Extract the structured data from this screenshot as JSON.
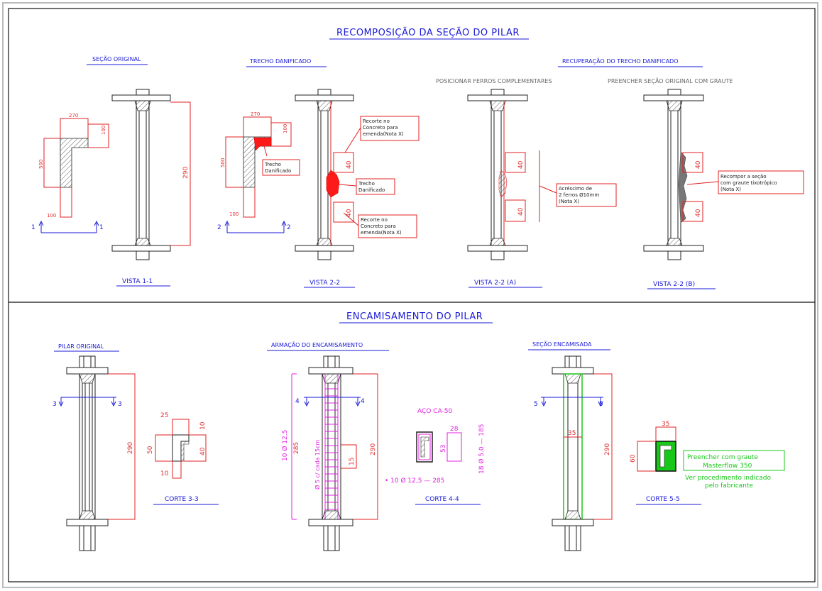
{
  "sections": {
    "top_title": "RECOMPOSIÇÃO DA SEÇÃO DO PILAR",
    "bottom_title": "ENCAMISAMENTO DO PILAR"
  },
  "top": {
    "secao_original": "SEÇÃO ORIGINAL",
    "trecho_danificado": "TRECHO DANIFICADO",
    "recuperacao": "RECUPERAÇÃO DO TRECHO DANIFICADO",
    "posicionar": "POSICIONAR FERROS COMPLEMENTARES",
    "preencher": "PREENCHER SEÇÃO ORIGINAL COM GRAUTE",
    "vista_1_1": "VISTA 1-1",
    "vista_2_2": "VISTA 2-2",
    "vista_2_2_a": "VISTA 2-2 (A)",
    "vista_2_2_b": "VISTA 2-2 (B)",
    "dims": {
      "d270": "270",
      "d100": "100",
      "d500": "500",
      "d290": "290",
      "d40": "40"
    },
    "markers": {
      "m1": "1",
      "m2": "2"
    },
    "notes": {
      "recorte1": [
        "Recorte no",
        "Concreto para",
        "emenda(Nota X)"
      ],
      "trecho": [
        "Trecho",
        "Danificado"
      ],
      "acrescimo": [
        "Acréscimo de",
        "2 ferros Ø10mm",
        "(Nota X)"
      ],
      "recompor": [
        "Recompor a seção",
        "com graute tixotrópico",
        "(Nota X)"
      ]
    }
  },
  "bottom": {
    "pilar_original": "PILAR ORIGINAL",
    "armacao": "ARMAÇÃO DO ENCAMISAMENTO",
    "secao_encamisada": "SEÇÃO ENCAMISADA",
    "corte_3_3": "CORTE 3-3",
    "corte_4_4": "CORTE 4-4",
    "corte_5_5": "CORTE 5-5",
    "aco": "AÇO CA-50",
    "dims": {
      "d25": "25",
      "d50": "50",
      "d10": "10",
      "d40": "40",
      "d290": "290",
      "d285": "285",
      "d15": "15",
      "d53": "53",
      "d28": "28",
      "d35": "35",
      "d60": "60"
    },
    "bars_long": "10 Ø 12,5",
    "bars_long_count": "• 10 Ø 12,5 — 285",
    "stirrups": "18 Ø 5.0 — 185",
    "stirrup_spacing": "Ø 5 c/ cada 15cm",
    "markers": {
      "m3": "3",
      "m4": "4",
      "m5": "5"
    },
    "graute_note": [
      "Preencher com graute",
      "Masterflow 350"
    ],
    "fabricante_note": [
      "Ver procedimento indicado",
      "pelo fabricante"
    ]
  }
}
